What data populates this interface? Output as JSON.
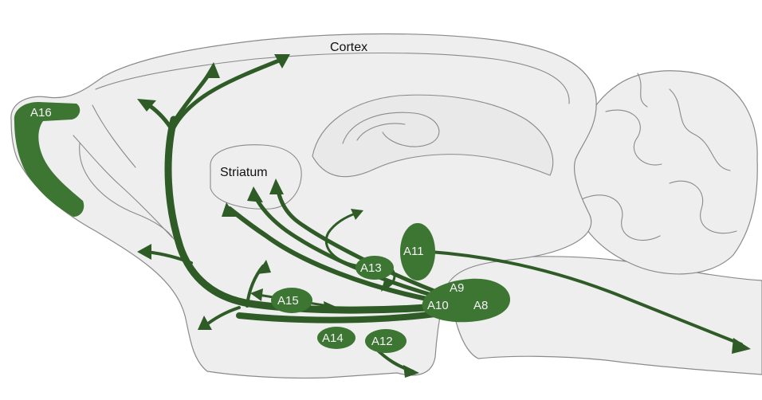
{
  "labels": {
    "cortex": "Cortex",
    "striatum": "Striatum"
  },
  "nuclei": {
    "a16": "A16",
    "a11": "A11",
    "a13": "A13",
    "a15": "A15",
    "a9": "A9",
    "a10": "A10",
    "a8": "A8",
    "a14": "A14",
    "a12": "A12"
  },
  "colors": {
    "pathway": "#2f5b27",
    "nucleus": "#3d7533",
    "brain_fill": "#eeeeee",
    "brain_outline": "#8a8a8a"
  }
}
